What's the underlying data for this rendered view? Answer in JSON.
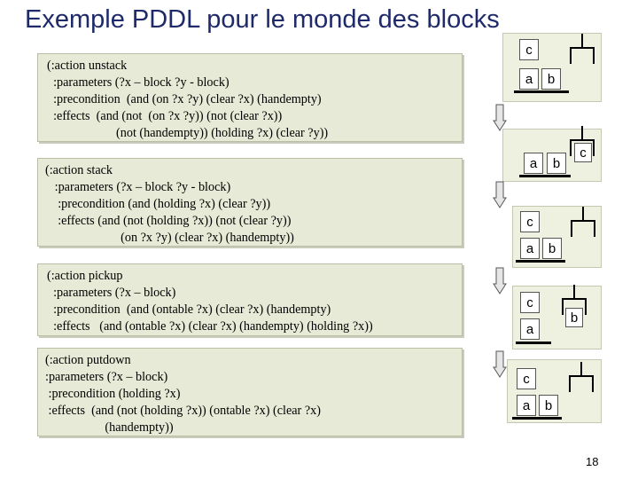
{
  "title": "Exemple PDDL pour le monde des blocks",
  "actions": [
    {
      "lines": [
        "(:action unstack",
        "  :parameters (?x – block ?y - block)",
        "  :precondition  (and (on ?x ?y) (clear ?x) (handempty)",
        "  :effects  (and (not  (on ?x ?y)) (not (clear ?x))",
        "                      (not (handempty)) (holding ?x) (clear ?y))"
      ]
    },
    {
      "lines": [
        "(:action stack",
        "   :parameters (?x – block ?y - block)",
        "    :precondition (and (holding ?x) (clear ?y))",
        "    :effects (and (not (holding ?x)) (not (clear ?y))",
        "                        (on ?x ?y) (clear ?x) (handempty))"
      ]
    },
    {
      "lines": [
        "(:action pickup",
        "  :parameters (?x – block)",
        "  :precondition  (and (ontable ?x) (clear ?x) (handempty)",
        "  :effects   (and (ontable ?x) (clear ?x) (handempty) (holding ?x))"
      ]
    },
    {
      "lines": [
        "(:action putdown",
        ":parameters (?x – block)",
        " :precondition (holding ?x)",
        " :effects  (and (not (holding ?x)) (ontable ?x) (clear ?x)",
        "                   (handempty))"
      ]
    }
  ],
  "blocks": {
    "a": "a",
    "b": "b",
    "c": "c"
  },
  "page_number": "18"
}
